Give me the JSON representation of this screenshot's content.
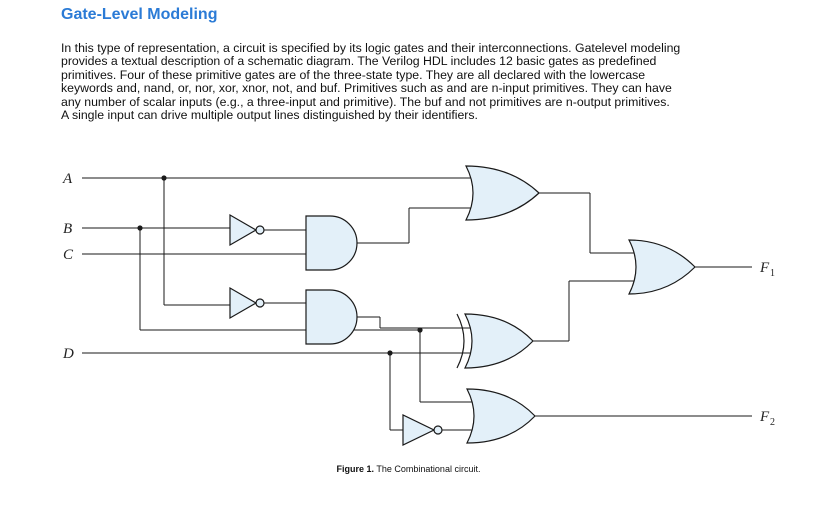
{
  "title": "Gate-Level Modeling",
  "paragraph_lines": [
    "In this type of representation, a circuit is specified by its logic gates and their interconnections. Gatelevel modeling",
    "provides a textual description of a schematic diagram. The Verilog HDL includes 12 basic gates as predefined",
    "primitives. Four of these primitive gates are of the three-state type. They are all declared with the lowercase",
    "keywords  and, nand, or, nor, xor, xnor, not, and  buf. Primitives such as and are n-input primitives. They can have",
    "any number of scalar inputs (e.g., a three-input and primitive). The buf  and not primitives are n-output primitives.",
    "A single input can drive multiple output lines distinguished by their identifiers."
  ],
  "diagram": {
    "inputs": [
      "A",
      "B",
      "C",
      "D"
    ],
    "outputs": [
      {
        "base": "F",
        "sub": "1"
      },
      {
        "base": "F",
        "sub": "2"
      }
    ],
    "gates": [
      "or-gate-1",
      "and-gate-1",
      "and-gate-2",
      "xor-gate",
      "or-gate-2",
      "or-gate-output-f1"
    ],
    "fill_color": "#e3f0f9"
  },
  "caption": {
    "label": "Figure 1.",
    "text": " The Combinational circuit."
  }
}
